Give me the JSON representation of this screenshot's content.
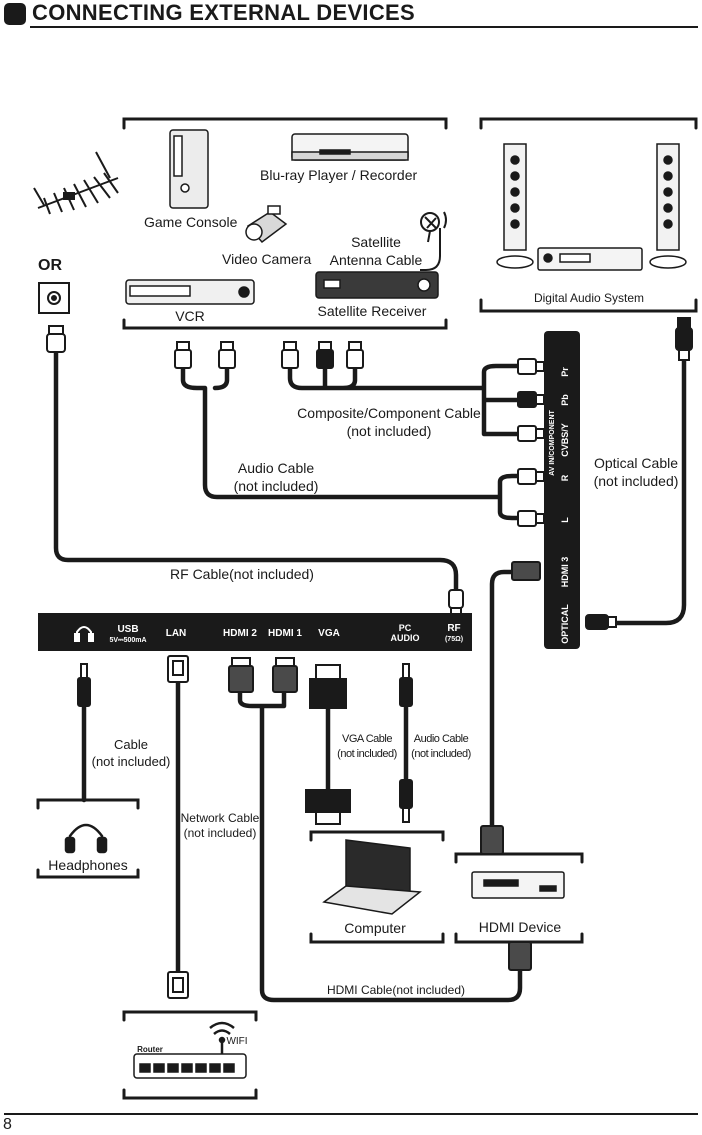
{
  "header": {
    "title": "CONNECTING EXTERNAL DEVICES"
  },
  "page_number": "8",
  "labels": {
    "or": "OR",
    "bluray": "Blu-ray Player / Recorder",
    "game_console": "Game Console",
    "video_camera": "Video Camera",
    "satellite_antenna_1": "Satellite",
    "satellite_antenna_2": "Antenna Cable",
    "vcr": "VCR",
    "satellite_receiver": "Satellite Receiver",
    "digital_audio": "Digital Audio System",
    "composite_1": "Composite/Component Cable",
    "composite_2": "(not included)",
    "audio_cable_1": "Audio Cable",
    "audio_cable_2": "(not included)",
    "optical_1": "Optical Cable",
    "optical_2": "(not included)",
    "rf_cable": "RF Cable(not included)",
    "hp_cable_1": "Cable",
    "hp_cable_2": "(not included)",
    "vga_cable_1": "VGA Cable",
    "vga_cable_2": "(not included)",
    "pc_audio_cable_1": "Audio  Cable",
    "pc_audio_cable_2": "(not included)",
    "network_1": "Network Cable",
    "network_2": "(not included)",
    "headphones": "Headphones",
    "computer": "Computer",
    "hdmi_device": "HDMI Device",
    "hdmi_cable": "HDMI Cable(not included)",
    "wifi": "WIFI",
    "router": "Router"
  },
  "side_panel": {
    "av_in": "AV IN/COMPONENT",
    "pr": "Pr",
    "pb": "Pb",
    "cvbs": "CVBS/Y",
    "r": "R",
    "l": "L",
    "hdmi3": "HDMI 3",
    "optical": "OPTICAL"
  },
  "bottom_panel": {
    "usb": "USB",
    "usb_power": "5V⎓500mA",
    "lan": "LAN",
    "hdmi2": "HDMI 2",
    "hdmi1": "HDMI 1",
    "vga": "VGA",
    "pc_audio_1": "PC",
    "pc_audio_2": "AUDIO",
    "rf": "RF",
    "rf_ohm": "(75Ω)"
  }
}
